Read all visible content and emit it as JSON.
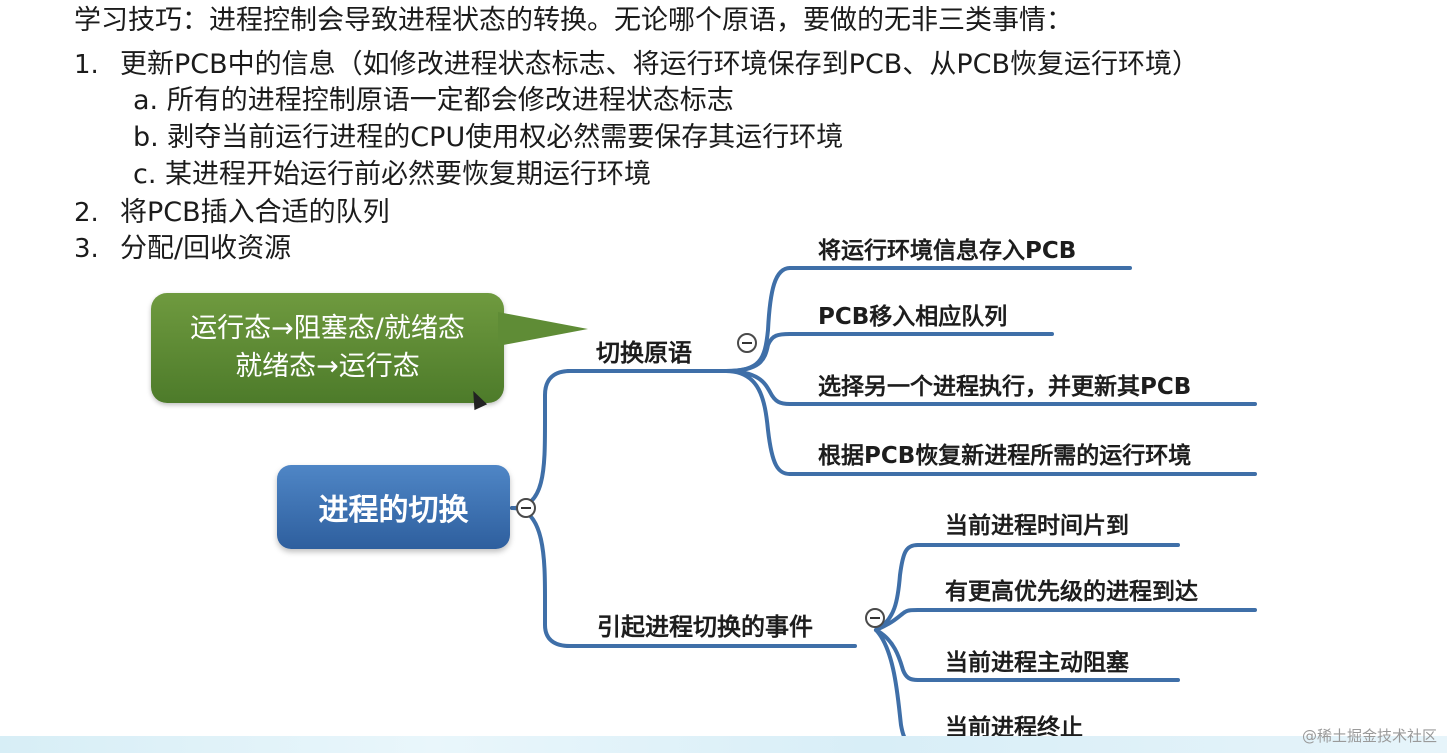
{
  "notes": {
    "heading": "学习技巧：进程控制会导致进程状态的转换。无论哪个原语，要做的无非三类事情：",
    "items": [
      {
        "num": "1.",
        "text": "更新PCB中的信息（如修改进程状态标志、将运行环境保存到PCB、从PCB恢复运行环境）"
      },
      {
        "num": "2.",
        "text": "将PCB插入合适的队列"
      },
      {
        "num": "3.",
        "text": "分配/回收资源"
      }
    ],
    "subitems": [
      "a. 所有的进程控制原语一定都会修改进程状态标志",
      "b. 剥夺当前运行进程的CPU使用权必然需要保存其运行环境",
      "c. 某进程开始运行前必然要恢复期运行环境"
    ]
  },
  "mindmap": {
    "root": "进程的切换",
    "callout": {
      "line1": "运行态→阻塞态/就绪态",
      "line2": "就绪态→运行态"
    },
    "branches": [
      {
        "label": "切换原语",
        "leaves": [
          "将运行环境信息存入PCB",
          "PCB移入相应队列",
          "选择另一个进程执行，并更新其PCB",
          "根据PCB恢复新进程所需的运行环境"
        ]
      },
      {
        "label": "引起进程切换的事件",
        "leaves": [
          "当前进程时间片到",
          "有更高优先级的进程到达",
          "当前进程主动阻塞",
          "当前进程终止"
        ]
      }
    ],
    "line_color": "#3f6fa8"
  },
  "watermark": "@稀土掘金技术社区"
}
